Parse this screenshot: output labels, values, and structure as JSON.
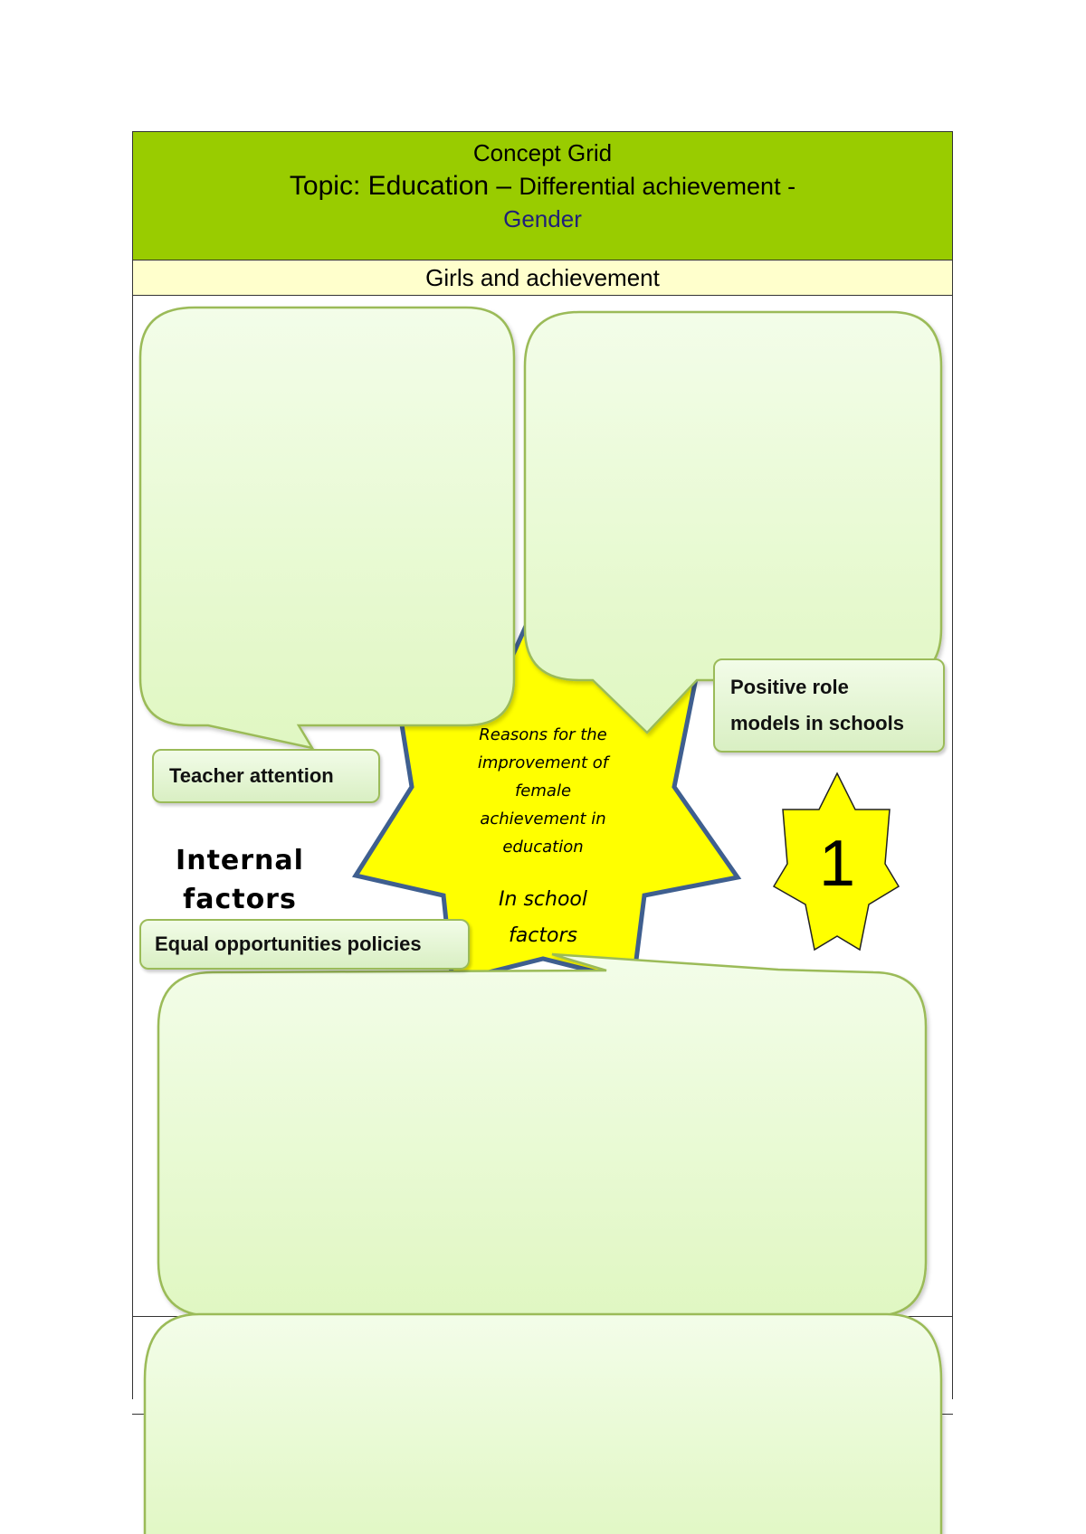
{
  "header": {
    "title": "Concept Grid",
    "topic_main": "Topic: Education",
    "topic_dash": " – ",
    "topic_sub": "Differential achievement -",
    "topic_focus": "Gender"
  },
  "subheader": {
    "title": "Girls and achievement"
  },
  "center_star": {
    "lines": [
      "Reasons for the",
      "improvement of",
      "female",
      "achievement in",
      "education"
    ],
    "subtitle_lines": [
      "In school",
      "factors"
    ]
  },
  "section_label": {
    "lines": [
      "Internal",
      "factors"
    ]
  },
  "labels": {
    "teacher_attention": "Teacher attention",
    "equal_opportunities": "Equal opportunities policies",
    "role_models_line1": "Positive role",
    "role_models_line2": "models in schools"
  },
  "badge": {
    "number": "1"
  },
  "colors": {
    "header_green": "#99cc00",
    "subheader_yellow": "#ffffcc",
    "bubble_border": "#9bbb59",
    "bubble_fill": "#eaf8d9",
    "star_yellow": "#ffff00",
    "star_outline": "#3f5f8f",
    "gender_text": "#1f1f7a"
  }
}
